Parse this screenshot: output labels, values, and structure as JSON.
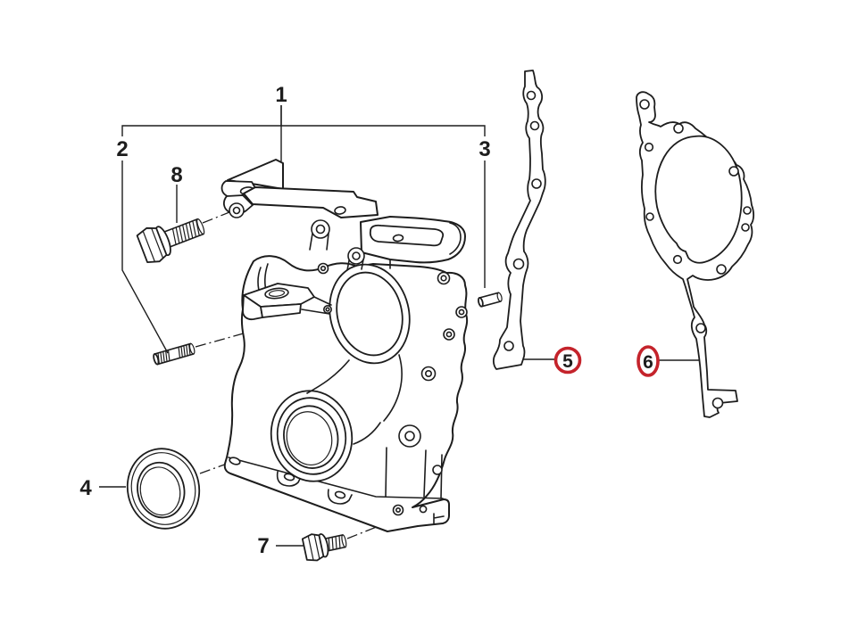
{
  "diagram": {
    "type": "exploded-parts-diagram",
    "subject": "engine-timing-case-cover-with-gaskets-seal-and-bolts",
    "background_color": "#ffffff",
    "line_color": "#1d1d1d",
    "highlight_color": "#c4232b",
    "callouts": {
      "c1": "1",
      "c2": "2",
      "c3": "3",
      "c4": "4",
      "c5": "5",
      "c6": "6",
      "c7": "7",
      "c8": "8"
    },
    "highlighted_callouts": [
      "5",
      "6"
    ],
    "parts": {
      "p1": "timing-case-cover-assembly",
      "p2": "stud",
      "p3": "dowel-pin",
      "p4": "shaft-seal-ring",
      "p5": "narrow-side-gasket",
      "p6": "large-gasket-with-opening",
      "p7": "hex-flange-bolt-short",
      "p8": "hex-flange-bolt-long"
    }
  }
}
